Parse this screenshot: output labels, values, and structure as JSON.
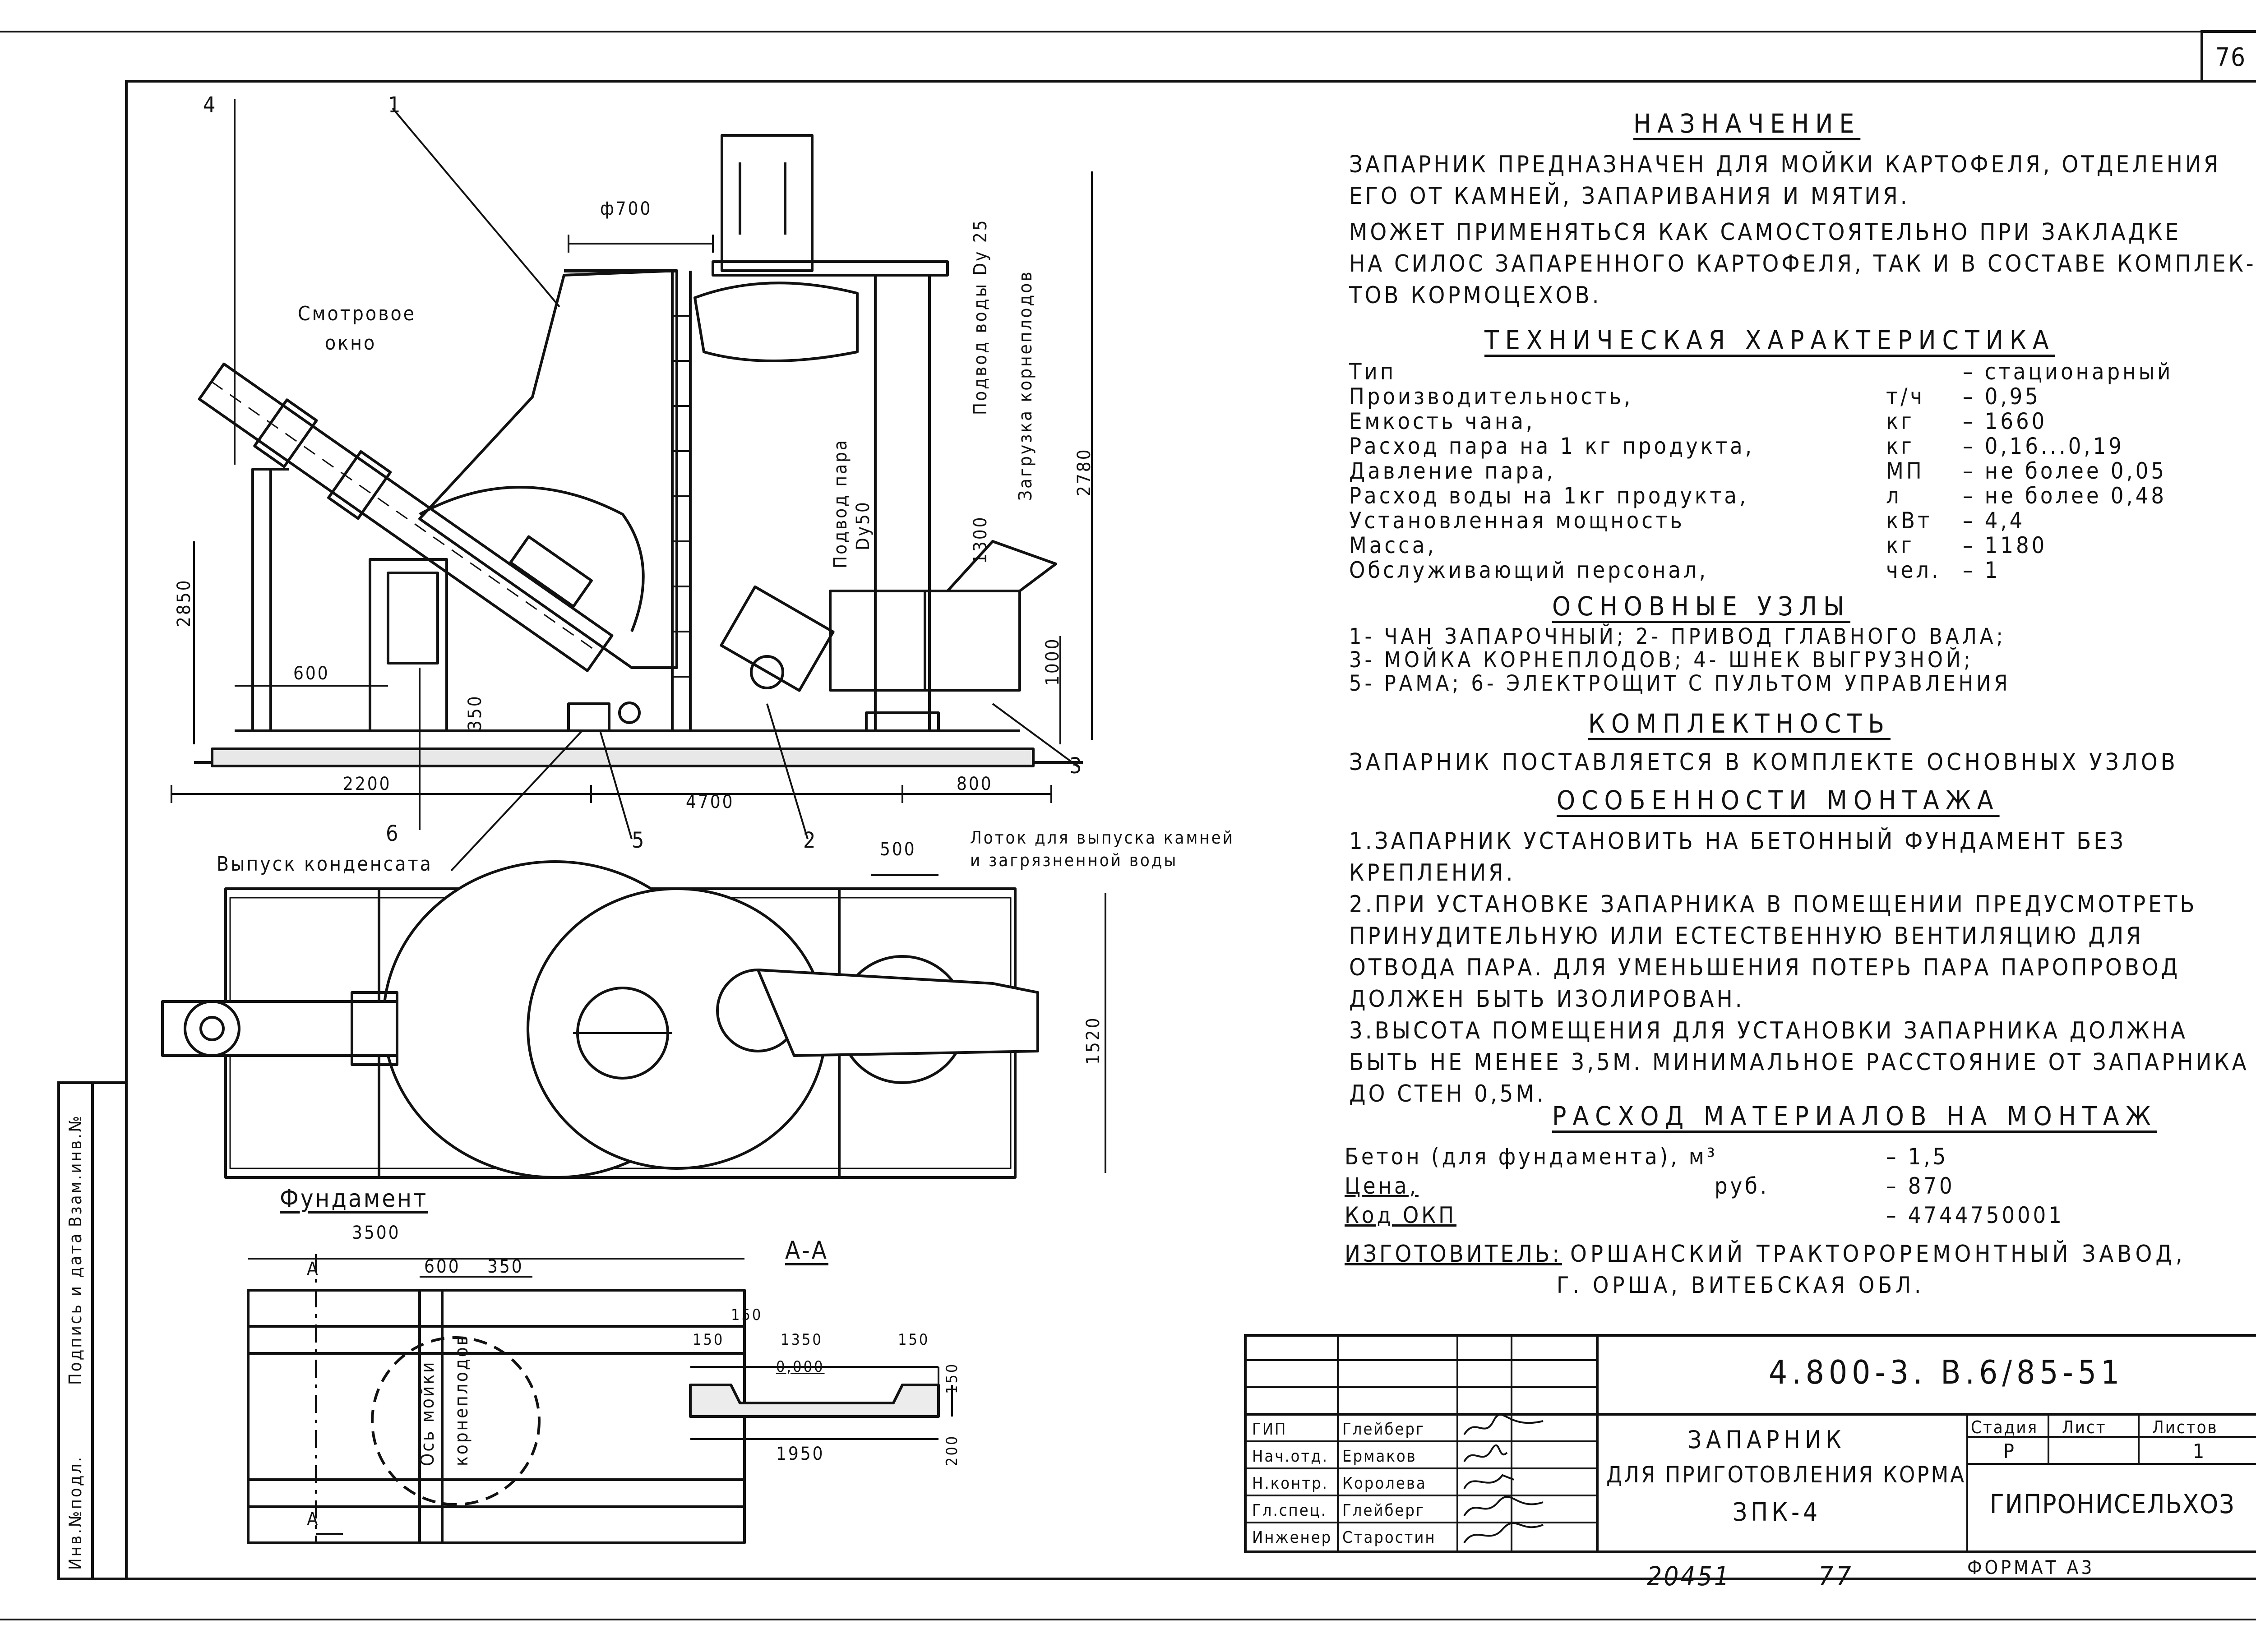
{
  "sheet": {
    "number": "76",
    "doc_code": "4.800-3. в.6/85-51",
    "page_below": "77",
    "stock_no": "20451",
    "format": "Формат А3"
  },
  "side_strip": {
    "cells": [
      "Инв.№подл.",
      "Подпись и дата",
      "Взам.инв.№"
    ]
  },
  "purpose": {
    "title": "Назначение",
    "lines": [
      "Запарник предназначен для мойки картофеля, отделения",
      "его от камней, запаривания и мятия.",
      "Может применяться как самостоятельно при закладке",
      "на силос запаренного картофеля, так и в составе комплек-",
      "тов кормоцехов."
    ]
  },
  "tech": {
    "title": "Техническая характеристика",
    "rows": [
      {
        "name": "Тип",
        "unit": "",
        "value": "– стационарный"
      },
      {
        "name": "Производительность,",
        "unit": "т/ч",
        "value": "– 0,95"
      },
      {
        "name": "Емкость чана,",
        "unit": "кг",
        "value": "– 1660"
      },
      {
        "name": "Расход пара на 1 кг продукта,",
        "unit": "кг",
        "value": "– 0,16...0,19"
      },
      {
        "name": "Давление пара,",
        "unit": "МП",
        "value": "– не более 0,05"
      },
      {
        "name": "Расход воды на 1кг продукта,",
        "unit": "л",
        "value": "– не более 0,48"
      },
      {
        "name": "Установленная мощность",
        "unit": "кВт",
        "value": "– 4,4"
      },
      {
        "name": "Масса,",
        "unit": "кг",
        "value": "– 1180"
      },
      {
        "name": "Обслуживающий персонал,",
        "unit": "чел.",
        "value": "– 1"
      }
    ]
  },
  "units": {
    "title": "Основные узлы",
    "lines": [
      "1- чан запарочный; 2- привод главного вала;",
      "3- мойка корнеплодов; 4- шнек выгрузной;",
      "5- рама; 6- электрощит с пультом управления"
    ]
  },
  "completeness": {
    "title": "Комплектность",
    "lines": [
      "Запарник поставляется в комплекте основных узлов"
    ]
  },
  "mounting": {
    "title": "Особенности монтажа",
    "lines": [
      "1.Запарник установить на бетонный фундамент без",
      "крепления.",
      "2.При установке запарника в помещении предусмотреть",
      "принудительную или естественную вентиляцию для",
      "отвода пара. Для уменьшения потерь пара паропровод",
      "должен быть изолирован.",
      "3.Высота помещения для установки запарника должна",
      "быть не менее 3,5м. Минимальное расстояние от запарника",
      "до стен 0,5м."
    ]
  },
  "materials": {
    "title": "Расход материалов на монтаж",
    "rows": [
      {
        "name": "Бетон (для фундамента), м³",
        "unit": "",
        "value": "– 1,5"
      },
      {
        "name": "Цена,",
        "unit": "руб.",
        "value": "– 870"
      },
      {
        "name": "Код ОКП",
        "unit": "",
        "value": "– 4744750001"
      }
    ],
    "maker_label": "Изготовитель:",
    "maker_line1": "Оршанский тракторо­ремонтный завод,",
    "maker_line2": "г. Орша, Витебская обл."
  },
  "drawing": {
    "labels": {
      "n4": "4",
      "n1": "1",
      "n2": "2",
      "n3": "3",
      "n5": "5",
      "n6": "6",
      "phi700": "ф700",
      "sight_window_1": "Смотровое",
      "sight_window_2": "окно",
      "water_supply": "Подвод воды Dy 25",
      "root_load": "Загрузка корнеплодов",
      "steam_supply_1": "Подвод пара",
      "steam_supply_2": "Dy50",
      "d2780": "2780",
      "d1300": "1300",
      "d2850": "2850",
      "d1000": "1000",
      "d600": "600",
      "d350": "350",
      "d2200": "2200",
      "d4700": "4700",
      "d800": "800",
      "d500": "500",
      "d1520": "1520",
      "condensate": "Выпуск конденсата",
      "tray_1": "Лоток для выпуска камней",
      "tray_2": "и загрязненной воды"
    },
    "foundation": {
      "title": "Фундамент",
      "d3500": "3500",
      "d600": "600",
      "d350": "350",
      "sec": "А",
      "axis_1": "Ось мойки",
      "axis_2": "корнеплодов"
    },
    "section": {
      "title": "А-А",
      "d150a": "150",
      "d150b": "150",
      "d1350": "1350",
      "d150c": "150",
      "zero": "0,000",
      "d150v": "150",
      "d200": "200",
      "d1950": "1950"
    }
  },
  "stamp": {
    "roles": [
      "ГИП",
      "Нач.отд.",
      "Н.контр.",
      "Гл.спец.",
      "Инженер"
    ],
    "names": [
      "Глейберг",
      "Ермаков",
      "Королева",
      "Глейберг",
      "Старостин"
    ],
    "product_line1": "Запарник",
    "product_line2": "для приготовления корма",
    "product_line3": "ЗПК-4",
    "stage_head": "Стадия",
    "sheet_head": "Лист",
    "sheets_head": "Листов",
    "stage_val": "Р",
    "sheets_val": "1",
    "org": "ГИПРОНИСЕЛЬХОЗ"
  }
}
